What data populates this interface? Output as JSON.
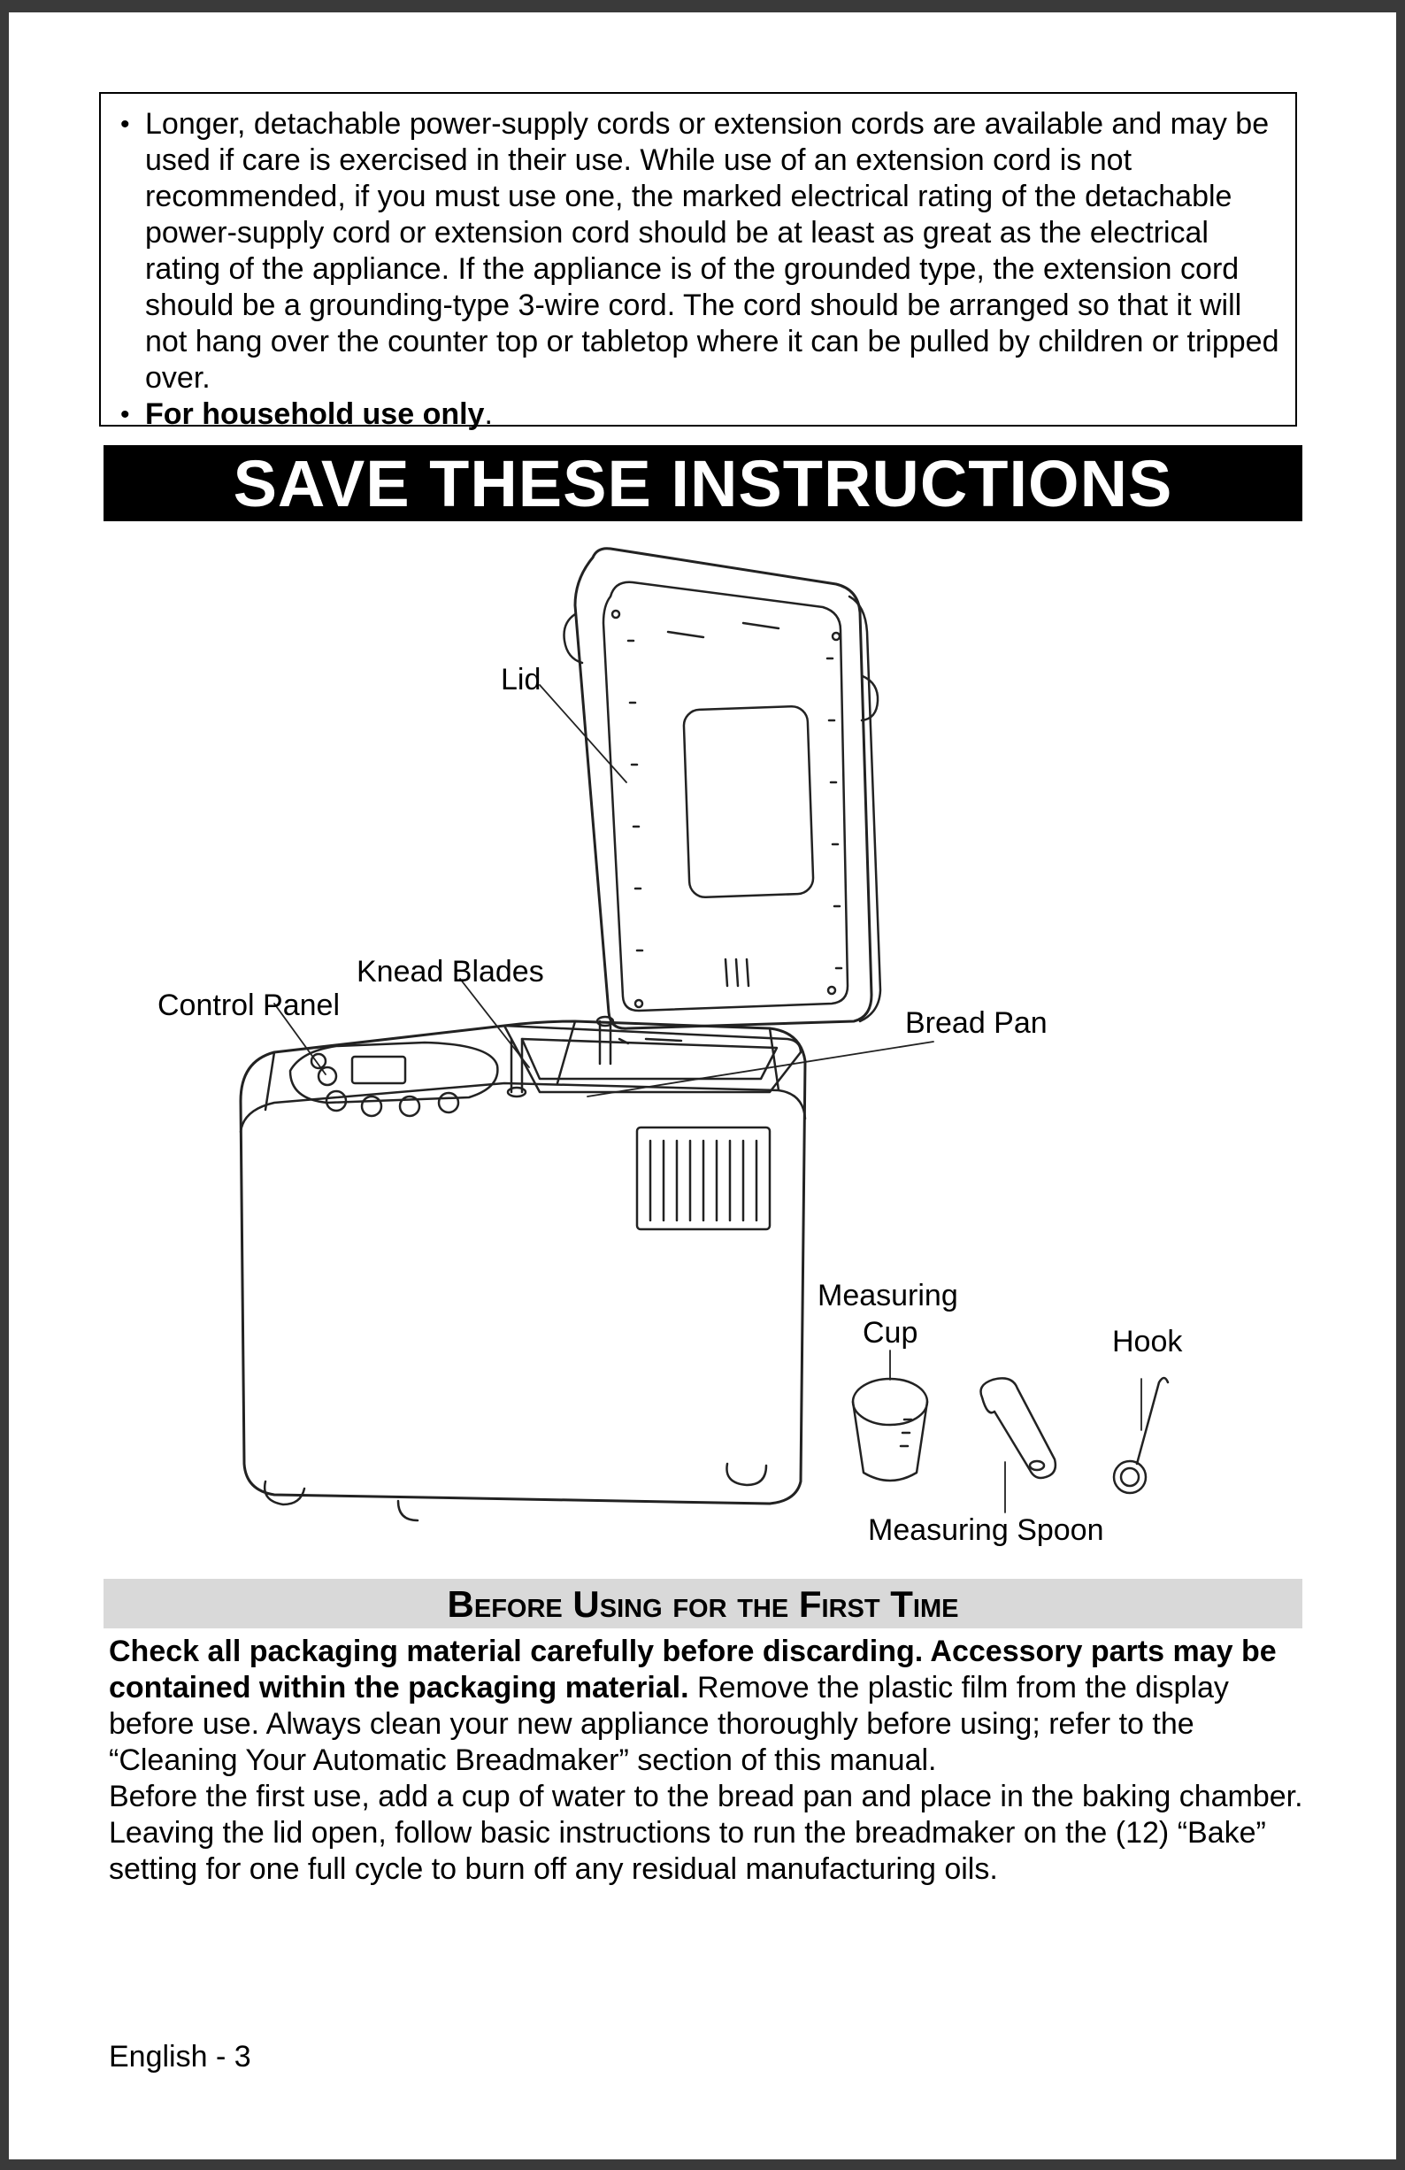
{
  "warning_box": {
    "bullet_1": "Longer, detachable power-supply cords or extension cords are available and may be used if care is exercised in their use.  While use of an extension cord is not recommended, if you must use one, the marked electrical rating of the detachable power-supply cord or extension cord should be at least as great as the electrical rating of the appliance.  If the appliance is of the grounded type, the extension cord should be a grounding-type 3-wire cord.  The cord should be arranged so that it will not hang over the counter top or tabletop where it can be pulled by children or tripped over.",
    "bullet_2_bold": "For household use only",
    "bullet_2_tail": "."
  },
  "banner": "SAVE THESE INSTRUCTIONS",
  "diagram_labels": {
    "lid": "Lid",
    "knead_blades": "Knead Blades",
    "control_panel": "Control Panel",
    "bread_pan": "Bread Pan",
    "measuring_cup_1": "Measuring",
    "measuring_cup_2": "Cup",
    "hook": "Hook",
    "measuring_spoon": "Measuring Spoon"
  },
  "section": {
    "heading": "Before Using for the First Time",
    "bold_text": "Check all packaging material carefully before discarding.  Accessory parts may be contained within the packaging material.",
    "text_1": "  Remove the plastic film from the display before use.  Always clean your new appliance thoroughly before using; refer to the “Cleaning Your Automatic Breadmaker” section of this manual.",
    "text_2": "Before the first use, add a cup of water to the bread pan and place in the baking chamber. Leaving the lid open, follow basic instructions to run the breadmaker on the (12) “Bake” setting for one full cycle to burn off any residual manufacturing oils."
  },
  "footer": "English - 3"
}
